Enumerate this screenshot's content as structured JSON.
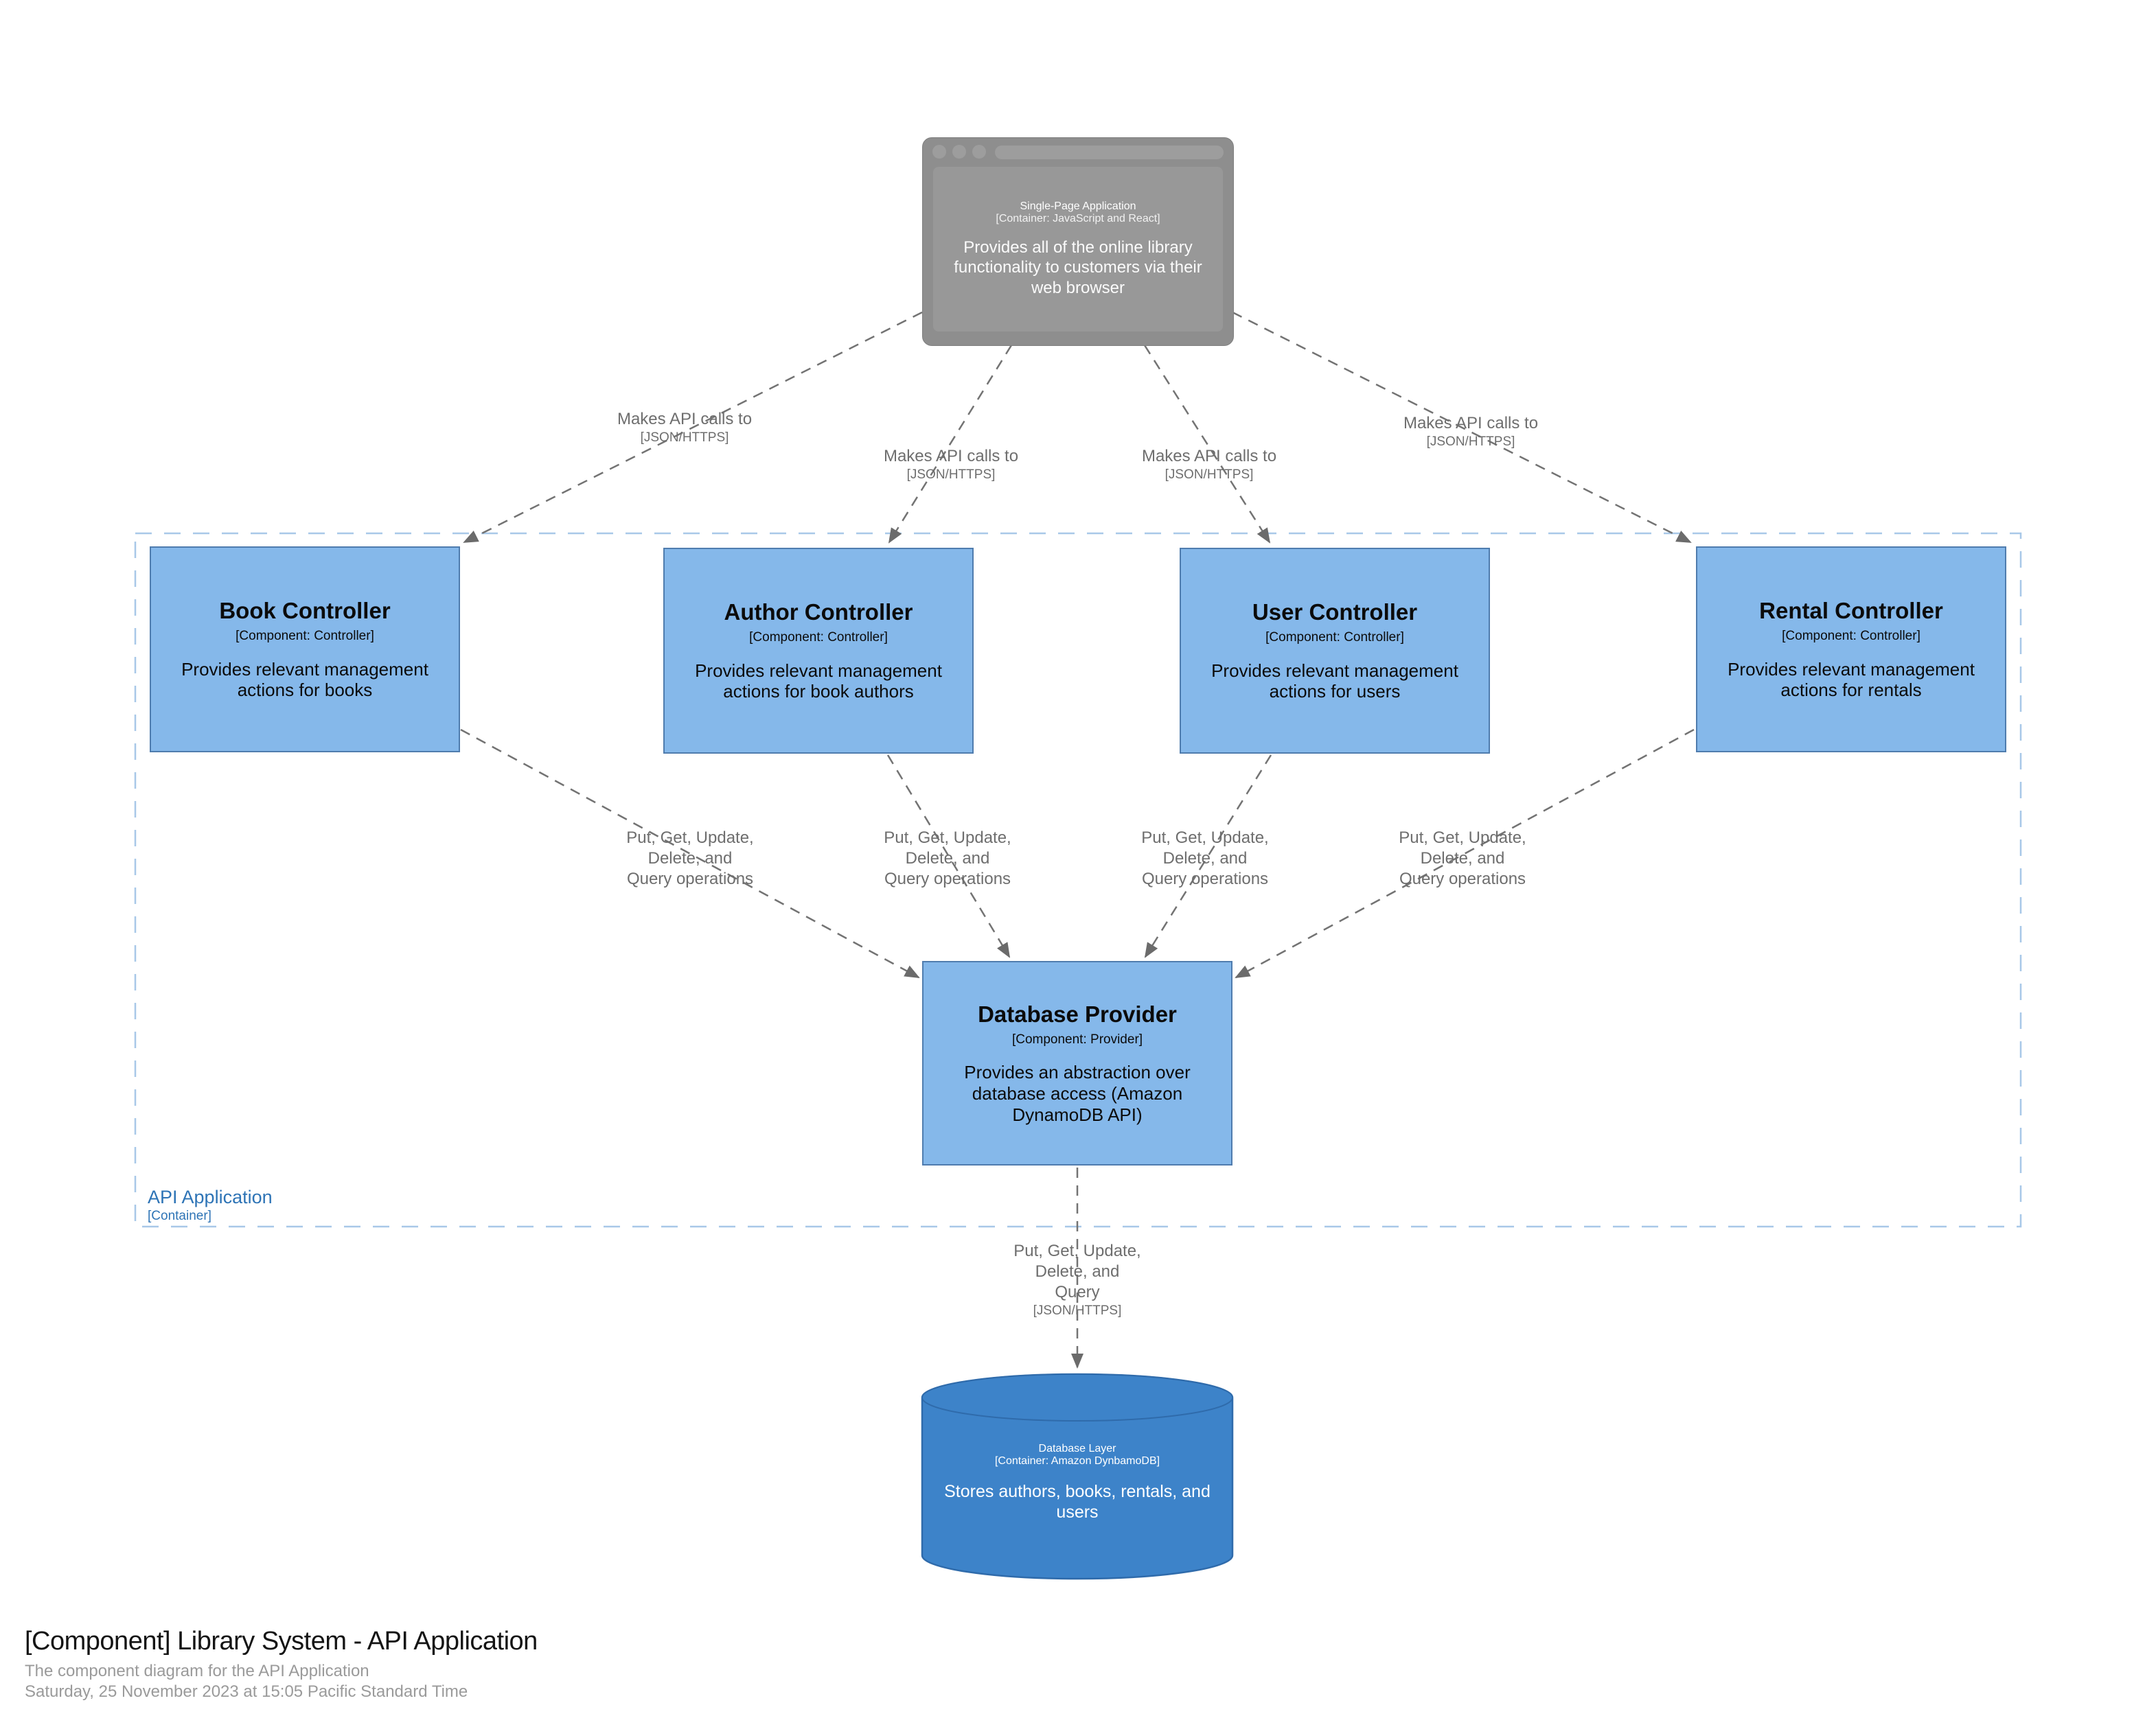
{
  "footer": {
    "title": "[Component] Library System - API Application",
    "subtitle": "The component diagram for the API Application",
    "date": "Saturday, 25 November 2023 at 15:05 Pacific Standard Time"
  },
  "boundary": {
    "name": "API Application",
    "type": "[Container]"
  },
  "nodes": {
    "spa": {
      "name": "Single-Page Application",
      "type": "[Container: JavaScript and React]",
      "description": "Provides all of the online library functionality to customers via their web browser"
    },
    "book_controller": {
      "name": "Book Controller",
      "type": "[Component: Controller]",
      "description": "Provides relevant management actions for books"
    },
    "author_controller": {
      "name": "Author Controller",
      "type": "[Component: Controller]",
      "description": "Provides relevant management actions for book authors"
    },
    "user_controller": {
      "name": "User Controller",
      "type": "[Component: Controller]",
      "description": "Provides relevant management actions for users"
    },
    "rental_controller": {
      "name": "Rental Controller",
      "type": "[Component: Controller]",
      "description": "Provides relevant management actions for rentals"
    },
    "database_provider": {
      "name": "Database Provider",
      "type": "[Component: Provider]",
      "description": "Provides an abstraction over database access (Amazon DynamoDB API)"
    },
    "database_layer": {
      "name": "Database Layer",
      "type": "[Container: Amazon DynbamoDB]",
      "description": "Stores authors, books, rentals, and users"
    }
  },
  "edges": {
    "makes_api_calls": {
      "label": "Makes API calls to",
      "protocol": "[JSON/HTTPS]"
    },
    "crud_operations": {
      "line1": "Put, Get, Update,",
      "line2": "Delete, and",
      "line3": "Query operations"
    },
    "crud_query": {
      "line1": "Put, Get, Update,",
      "line2": "Delete, and",
      "line3": "Query",
      "protocol": "[JSON/HTTPS]"
    }
  },
  "colors": {
    "component_fill": "#85b8ea",
    "component_border": "#4f7cae",
    "container_fill": "#3d83c9",
    "container_border": "#2f6bab",
    "external_fill": "#8e8e8e",
    "boundary_dash": "#a8c8e8",
    "boundary_text": "#2e74b6",
    "edge_gray": "#737373"
  }
}
